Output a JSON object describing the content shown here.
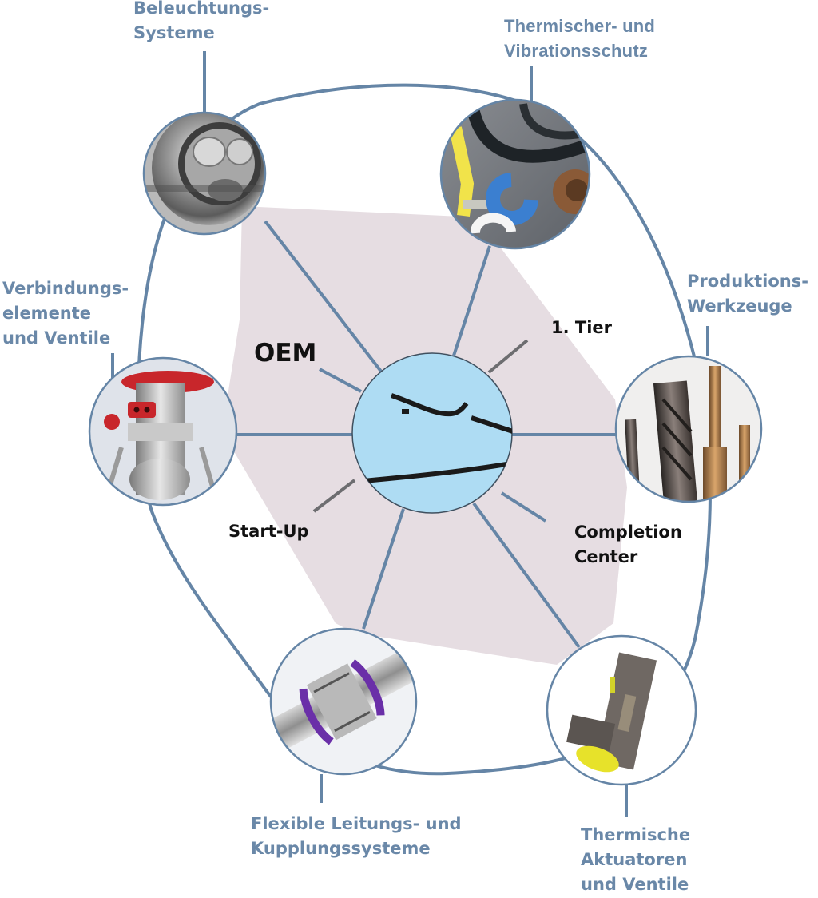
{
  "diagram": {
    "colors": {
      "connector": "#6585a6",
      "ring": "#6585a6",
      "hexagon_fill": "#e6dde2",
      "center_fill": "#aedcf3",
      "segment_pointer": "#6d6d70",
      "category_text": "#6a88a8",
      "segment_text": "#111111"
    },
    "center": {
      "icon": "aircraft-silhouette-icon"
    },
    "segments": [
      {
        "id": "oem",
        "label": "OEM"
      },
      {
        "id": "tier1",
        "label": "1. Tier"
      },
      {
        "id": "startup",
        "label": "Start-Up"
      },
      {
        "id": "completion",
        "line1": "Completion",
        "line2": "Center"
      }
    ],
    "categories": [
      {
        "id": "lighting",
        "line1": "Beleuchtungs-",
        "line2": "Systeme",
        "image": "aircraft-light-photo"
      },
      {
        "id": "thermal",
        "line1": "Thermischer- und",
        "line2": "Vibrationsschutz",
        "image": "clamps-and-sleeves-photo"
      },
      {
        "id": "tools",
        "line1": "Produktions-",
        "line2": "Werkzeuge",
        "image": "drill-bits-photo"
      },
      {
        "id": "connectors",
        "line1": "Verbindungs-",
        "line2": "elemente",
        "line3": "und Ventile",
        "image": "valve-connector-photo"
      },
      {
        "id": "couplings",
        "line1": "Flexible Leitungs- und",
        "line2": "Kupplungssysteme",
        "image": "pipe-coupling-photo"
      },
      {
        "id": "actuators",
        "line1": "Thermische",
        "line2": "Aktuatoren",
        "line3": "und Ventile",
        "image": "thermal-actuator-photo"
      }
    ]
  }
}
